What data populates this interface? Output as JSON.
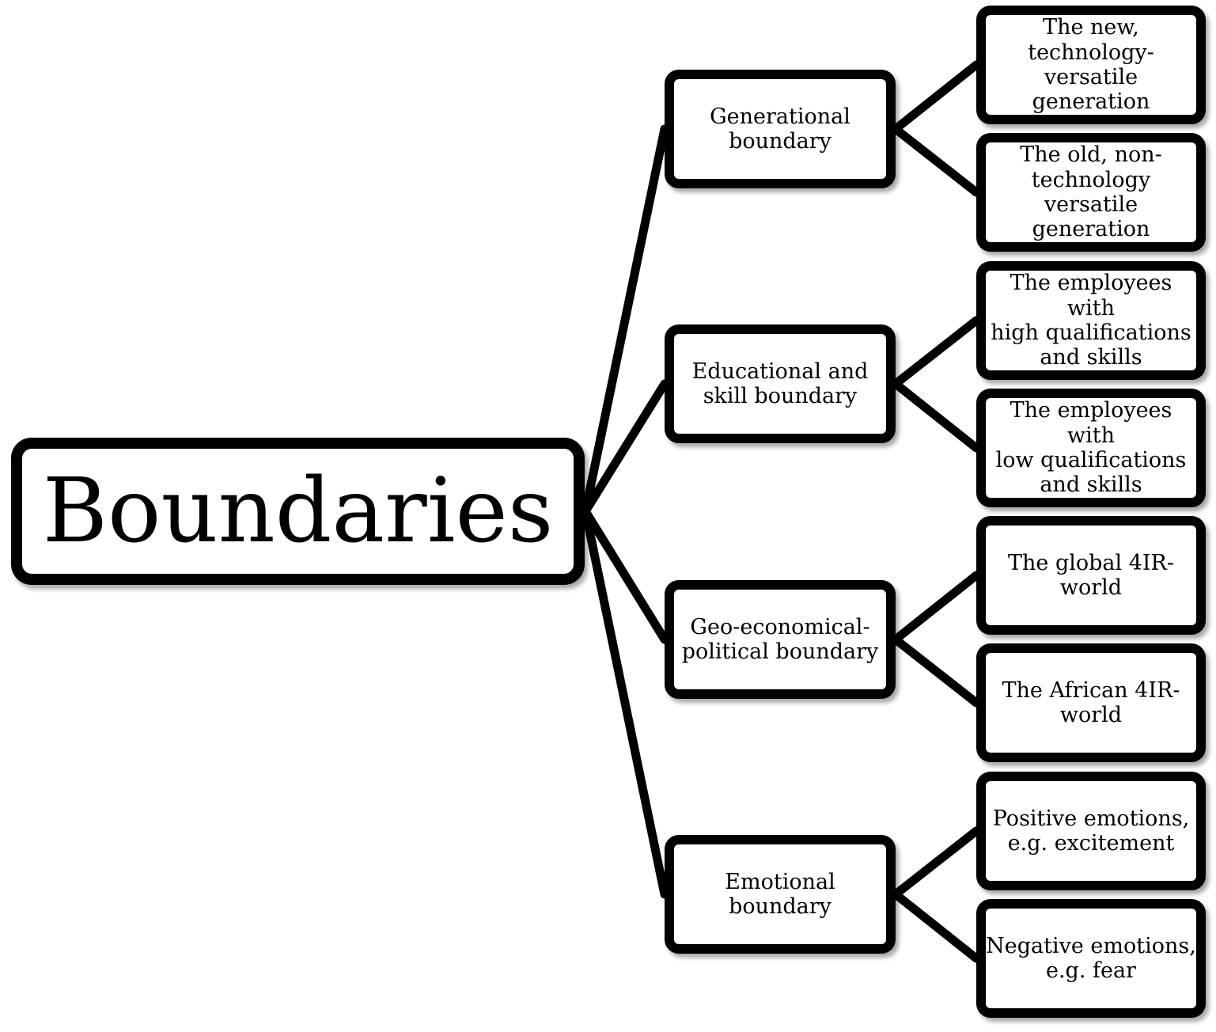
{
  "root": {
    "label": "Boundaries"
  },
  "branches": [
    {
      "label": "Generational boundary",
      "lines": [
        "Generational",
        "boundary"
      ],
      "children": [
        {
          "lines": [
            "The new,",
            "technology-versatile",
            "generation"
          ]
        },
        {
          "lines": [
            "The old, non-",
            "technology versatile",
            "generation"
          ]
        }
      ]
    },
    {
      "label": "Educational and skill boundary",
      "lines": [
        "Educational and",
        "skill boundary"
      ],
      "children": [
        {
          "lines": [
            "The employees with",
            "high qualifications",
            "and skills"
          ]
        },
        {
          "lines": [
            "The employees with",
            "low qualifications",
            "and  skills"
          ]
        }
      ]
    },
    {
      "label": "Geo-economical-political boundary",
      "lines": [
        "Geo-economical-",
        "political boundary"
      ],
      "children": [
        {
          "lines": [
            "The global 4IR-",
            "world"
          ]
        },
        {
          "lines": [
            "The African 4IR-",
            "world"
          ]
        }
      ]
    },
    {
      "label": "Emotional boundary",
      "lines": [
        "Emotional boundary"
      ],
      "children": [
        {
          "lines": [
            "Positive emotions,",
            "e.g. excitement"
          ]
        },
        {
          "lines": [
            "Negative emotions,",
            "e.g. fear"
          ]
        }
      ]
    }
  ]
}
